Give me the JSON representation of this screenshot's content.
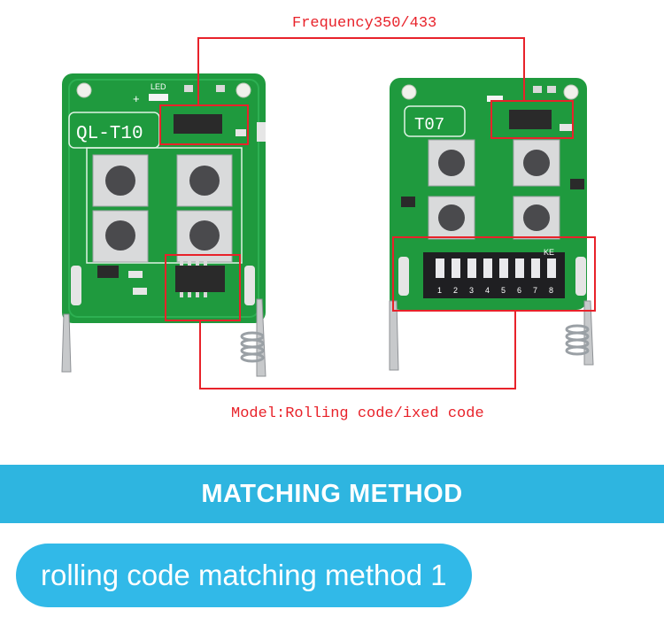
{
  "annotations": {
    "frequency": "Frequency350/433",
    "model": "Model:Rolling code/ixed code"
  },
  "boards": {
    "left_label": "QL-T10",
    "right_label": "T07",
    "led_label": "LED",
    "dip_label": "KE",
    "dip_numbers": [
      "1",
      "2",
      "3",
      "4",
      "5",
      "6",
      "7",
      "8"
    ]
  },
  "banner": {
    "title": "MATCHING METHOD"
  },
  "pill": {
    "text": "rolling code matching method 1"
  },
  "colors": {
    "annotation_red": "#e8222a",
    "banner_blue": "#2eb5e0",
    "pill_blue": "#31b9e8",
    "pcb_green": "#1f9a3e"
  }
}
